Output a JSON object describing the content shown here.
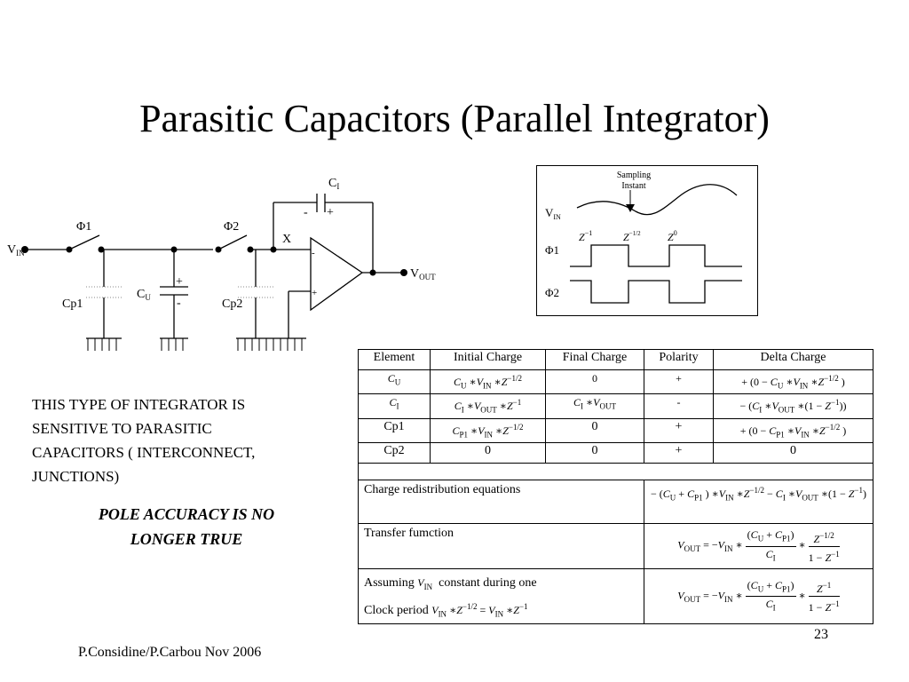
{
  "title": "Parasitic Capacitors (Parallel Integrator)",
  "note_lines": [
    "THIS TYPE OF INTEGRATOR IS",
    "SENSITIVE TO PARASITIC",
    "CAPACITORS ( INTERCONNECT,",
    "JUNCTIONS)"
  ],
  "note_bold": [
    "POLE ACCURACY IS NO",
    "LONGER TRUE"
  ],
  "footer": "P.Considine/P.Carbou Nov 2006",
  "page_number": "23",
  "circuit": {
    "vin": "V",
    "vin_sub": "IN",
    "phi1": "Φ1",
    "phi2": "Φ2",
    "cp1": "Cp1",
    "cp2": "Cp2",
    "cu": "C",
    "cu_sub": "U",
    "ci": "C",
    "ci_sub": "I",
    "node_x": "X",
    "vout": "V",
    "vout_sub": "OUT",
    "plus": "+",
    "minus": "-"
  },
  "timing": {
    "sampling": [
      "Sampling",
      "Instant"
    ],
    "vin": "V",
    "vin_sub": "IN",
    "phi1": "Φ1",
    "phi2": "Φ2",
    "z": "Z",
    "z1_exp": "−1",
    "z12_exp": "−1/2",
    "z0_exp": "0"
  },
  "table": {
    "headers": [
      "Element",
      "Initial Charge",
      "Final Charge",
      "Polarity",
      "Delta Charge"
    ],
    "rows": [
      {
        "element": "C_U",
        "initial": "C_U * V_IN * Z^−1/2",
        "final": "0",
        "polarity": "+",
        "delta": "+ (0 − C_U * V_IN * Z^−1/2 )"
      },
      {
        "element": "C_I",
        "initial": "C_I * V_OUT * Z^−1",
        "final": "C_I * V_OUT",
        "polarity": "-",
        "delta": "− (C_I * V_OUT * (1 − Z^−1))"
      },
      {
        "element": "Cp1",
        "initial": "C_P1 * V_IN * Z^−1/2",
        "final": "0",
        "polarity": "+",
        "delta": "+ (0 − C_P1 * V_IN * Z^−1/2 )"
      },
      {
        "element": "Cp2",
        "initial": "0",
        "final": "0",
        "polarity": "+",
        "delta": "0"
      }
    ],
    "charge_label": "Charge redistribution equations",
    "charge_eq": "− (C_U + C_P1 ) * V_IN * Z^−1/2 − C_I * V_OUT * (1 − Z^−1)",
    "transfer_label": "Transfer fumction",
    "assuming_label_1": "Assuming",
    "assuming_label_2": "constant during one",
    "clock_label": "Clock period",
    "assuming_vin": "V_IN",
    "assuming_eq": "V_IN * Z^−1/2 = V_IN * Z^−1"
  }
}
